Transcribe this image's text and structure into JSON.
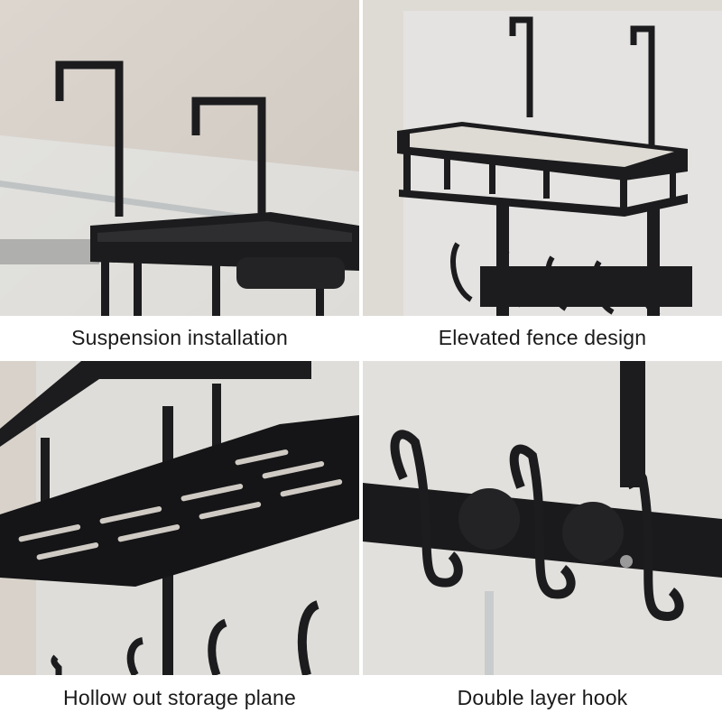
{
  "panels": [
    {
      "caption": "Suspension installation"
    },
    {
      "caption": "Elevated fence design"
    },
    {
      "caption": "Hollow out storage plane"
    },
    {
      "caption": "Double layer hook"
    }
  ],
  "colors": {
    "wall": "#d9d4cd",
    "metal": "#1c1c1e",
    "glass": "#e6e8e8",
    "caption_text": "#1a1a1a"
  }
}
